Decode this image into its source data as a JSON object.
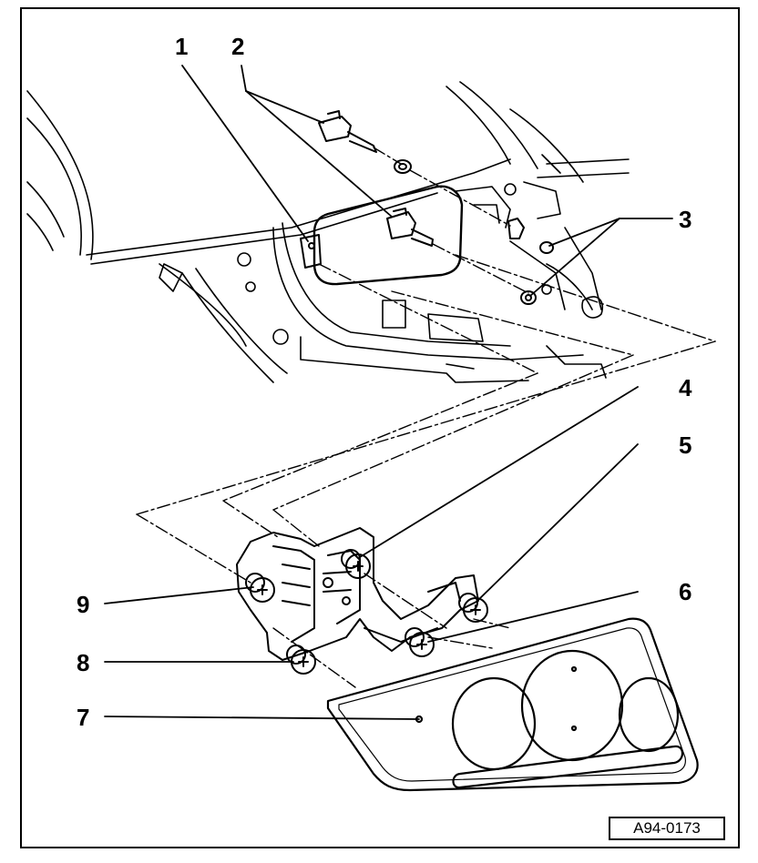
{
  "diagram": {
    "callouts": [
      {
        "id": "1",
        "label": "1"
      },
      {
        "id": "2",
        "label": "2"
      },
      {
        "id": "3",
        "label": "3"
      },
      {
        "id": "4",
        "label": "4"
      },
      {
        "id": "5",
        "label": "5"
      },
      {
        "id": "6",
        "label": "6"
      },
      {
        "id": "7",
        "label": "7"
      },
      {
        "id": "8",
        "label": "8"
      },
      {
        "id": "9",
        "label": "9"
      }
    ],
    "figure_code": "A94-0173"
  }
}
